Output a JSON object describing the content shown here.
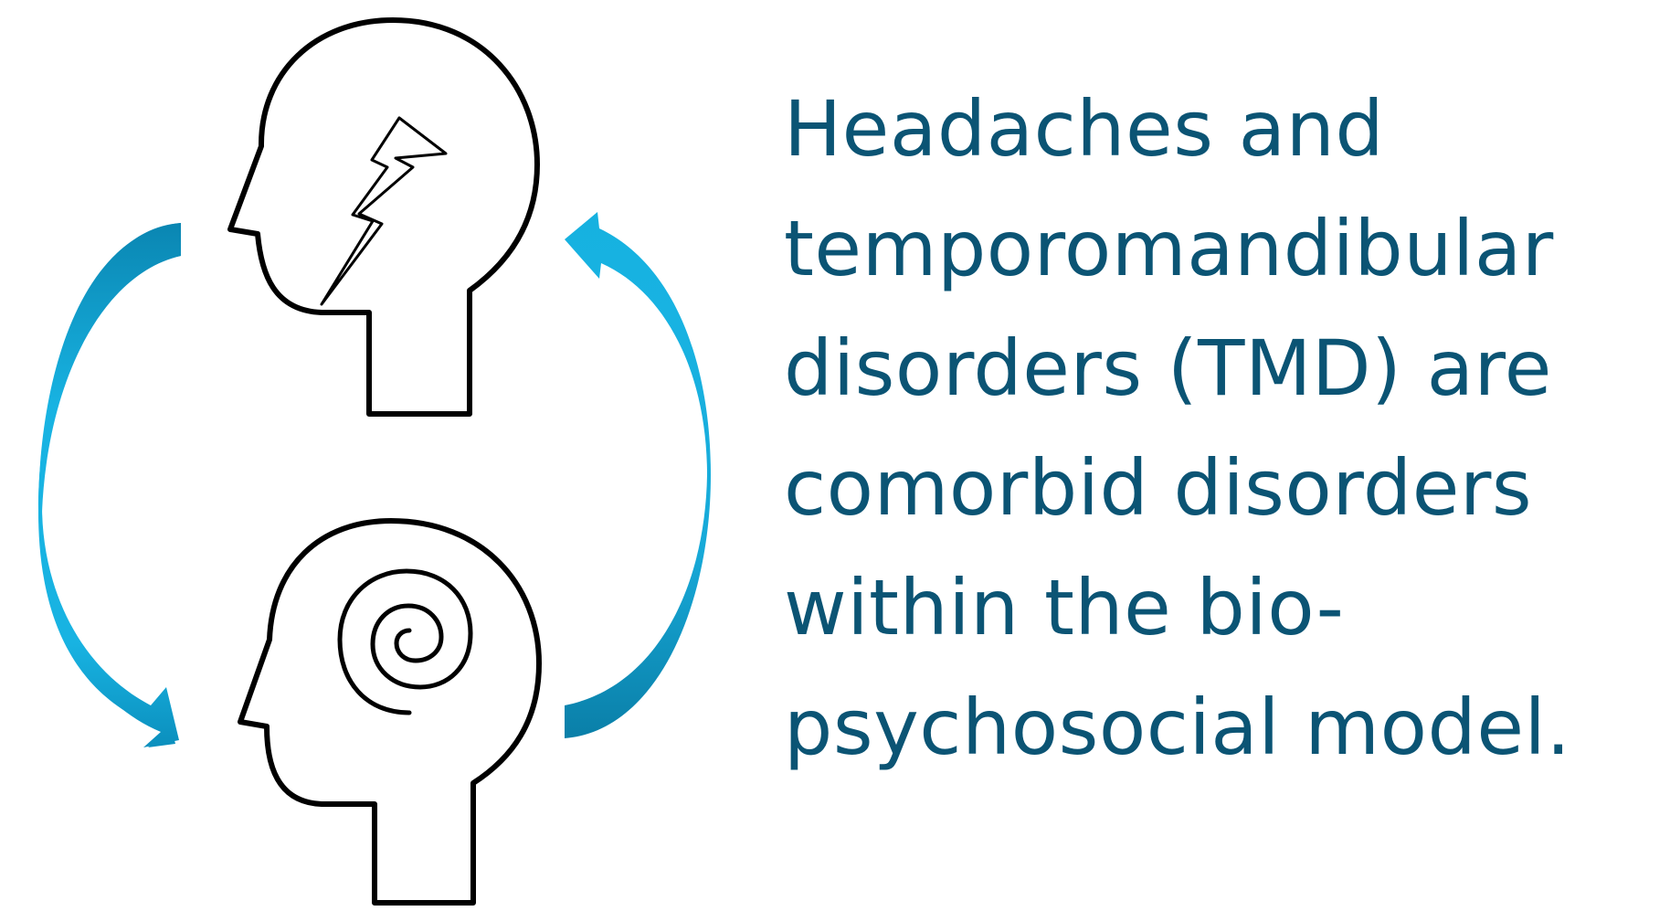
{
  "statement": {
    "lines": [
      "Headaches and",
      "temporomandibular",
      "disorders (TMD) are",
      "comorbid disorders",
      "within the bio-",
      "psychosocial model."
    ]
  },
  "icons": {
    "top_head": "head-with-lightning-bolt-icon",
    "bottom_head": "head-with-spiral-icon",
    "left_arrow": "curved-arrow-down-icon",
    "right_arrow": "curved-arrow-up-icon"
  },
  "colors": {
    "text": "#0b5474",
    "arrow_light": "#16b1e0",
    "arrow_dark": "#0a7fa8",
    "outline": "#000000"
  }
}
